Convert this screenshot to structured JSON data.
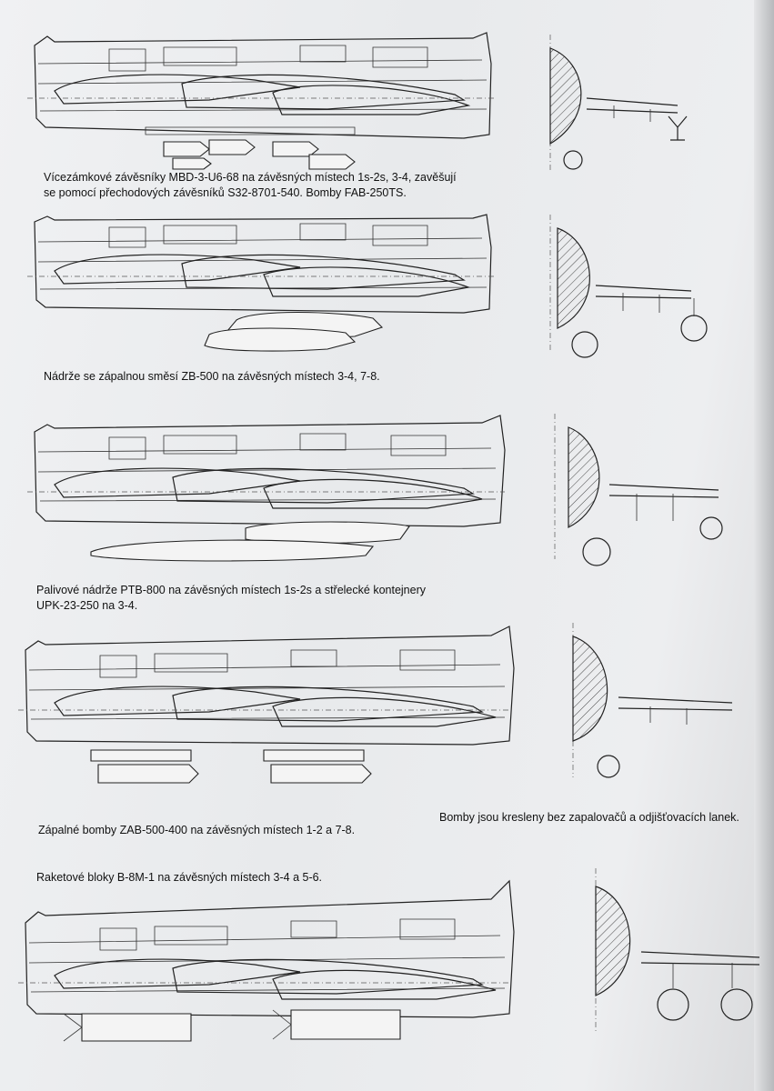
{
  "captions": {
    "row1_line1": "Vícezámkové závěsníky MBD-3-U6-68 na závěsných místech 1s-2s, 3-4, zavěšují",
    "row1_line2": "se pomocí přechodových závěsníků S32-8701-540. Bomby FAB-250TS.",
    "row2": "Nádrže se zápalnou směsí ZB-500 na závěsných místech 3-4, 7-8.",
    "row3_line1": "Palivové nádrže PTB-800 na závěsných místech 1s-2s a střelecké kontejnery",
    "row3_line2": "UPK-23-250 na 3-4.",
    "row4": "Zápalné bomby ZAB-500-400 na závěsných místech 1-2 a 7-8.",
    "row4_note": "Bomby jsou kresleny bez zapalovačů a odjišťovacích lanek.",
    "row5": "Raketové bloky B-8M-1 na závěsných místech 3-4 a 5-6."
  }
}
